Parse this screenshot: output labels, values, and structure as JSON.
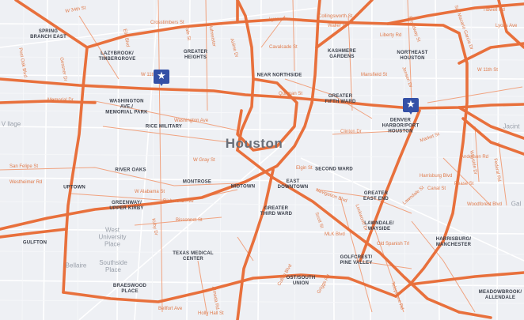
{
  "map": {
    "city_label": "Houston",
    "colors": {
      "road": "#e8703c",
      "land": "#eef0f4",
      "minor_road": "#ffffff",
      "marker": "#3450a6"
    },
    "neighborhoods": [
      "SPRING\nBRANCH EAST",
      "LAZYBROOK/\nTIMBERGROVE",
      "GREATER\nHEIGHTS",
      "KASHMERE\nGARDENS",
      "NORTHEAST\nHOUSTON",
      "NEAR NORTHSIDE",
      "GREATER\nFIFTH WARD",
      "WASHINGTON\nAVE./\nMEMORIAL PARK",
      "RICE MILITARY",
      "DENVER\nHARBOR/PORT\nHOUSTON",
      "SECOND WARD",
      "RIVER OAKS",
      "UPTOWN",
      "MONTROSE",
      "MIDTOWN",
      "EAST\nDOWNTOWN",
      "GREENWAY/\nUPPER KIRBY",
      "GREATER\nTHIRD WARD",
      "GREATER\nEAST END",
      "GULFTON",
      "LAWNDALE/\nWAYSIDE",
      "HARRISBURG/\nMANCHESTER",
      "TEXAS MEDICAL\nCENTER",
      "GOLFCREST/\nPINE VALLEY",
      "OST/SOUTH\nUNION",
      "BRAESWOOD\nPLACE",
      "MEADOWBROOK/\nALLENDALE"
    ],
    "places": [
      "West\nUniversity\nPlace",
      "Southside\nPlace",
      "Bellaire"
    ],
    "edge_labels": [
      "V llage",
      "Jacint",
      "Gal"
    ],
    "streets": [
      "W 34th St",
      "Crosstimbers St",
      "Hufmeister",
      "Airline Dr",
      "Cavalcade St",
      "Collingsworth St",
      "Lyons Ave",
      "Liberty Rd",
      "Waller St",
      "Mansfield St",
      "W 11th St",
      "Quitman St",
      "Jensen Dr",
      "Memorial Dr",
      "Washington Ave",
      "W 11th St",
      "Clinton Dr",
      "Westheimer Rd",
      "W Alabama St",
      "Richmond Ave",
      "W Gray St",
      "Bissonnet St",
      "Kirby Dr",
      "San Felipe St",
      "Harrisburg Blvd",
      "Lockwood Dr",
      "Telephone Rd",
      "Cullen Blvd",
      "Almeda Rd",
      "Bellfort Ave",
      "Holly Hall St",
      "Griggs Rd",
      "Market St",
      "Wayside Dr",
      "Sgt Macario Garcia Dr",
      "Broadway St",
      "Tidwell Rd",
      "Lyons Ave",
      "Federal Rd",
      "Woodforest Blvd",
      "Anderson Rd",
      "Yale St",
      "Ella Blvd",
      "Post Oak Blvd",
      "Gessner Dr",
      "Elgin St",
      "Navigation Blvd",
      "Scott St",
      "MLK Blvd",
      "Old Spanish Trl",
      "Lawndale St",
      "Canal St",
      "Pease St"
    ]
  }
}
